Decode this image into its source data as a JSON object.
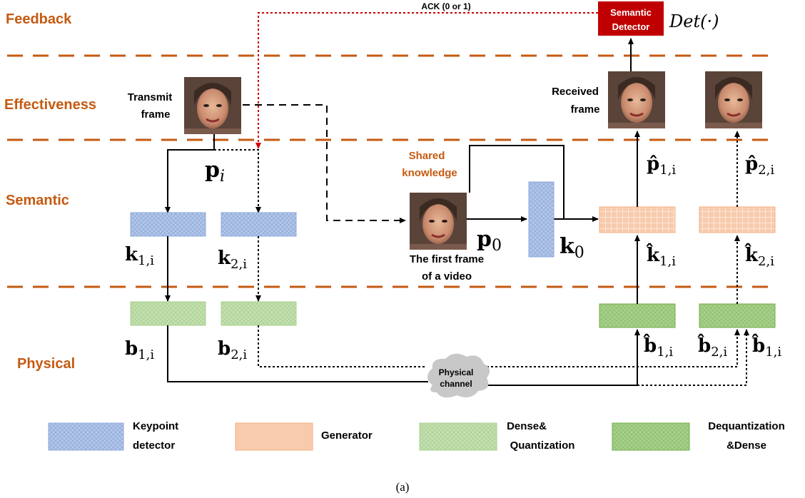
{
  "colors": {
    "layer_label": "#c55a11",
    "separator": "#c55a11",
    "feedback_line": "#cc0000",
    "keypoint_fill": "#b4c7e7",
    "generator_fill": "#f8cbad",
    "dense_quant_fill": "#c5e0b4",
    "dequant_dense_fill": "#a9d18e",
    "detector_fill": "#c00000",
    "channel_fill": "#c8c8c8"
  },
  "layers": {
    "feedback": "Feedback",
    "effectiveness": "Effectiveness",
    "semantic": "Semantic",
    "physical": "Physical"
  },
  "feedback": {
    "ack_label": "ACK (0 or 1)",
    "detector_line1": "Semantic",
    "detector_line2": "Detector",
    "det_symbol": "Det(·)"
  },
  "transmit": {
    "line1": "Transmit",
    "line2": "frame",
    "symbol_main": "p",
    "symbol_sub": "i"
  },
  "received": {
    "line1": "Received",
    "line2": "frame"
  },
  "shared": {
    "line1": "Shared",
    "line2": "knowledge",
    "caption_line1": "The first frame",
    "caption_line2": "of a video",
    "p0_main": "p",
    "p0_sub": "0",
    "k0_main": "k",
    "k0_sub": "0"
  },
  "symbols": {
    "k1": {
      "main": "k",
      "sub": "1,i"
    },
    "k2": {
      "main": "k",
      "sub": "2,i"
    },
    "b1": {
      "main": "b",
      "sub": "1,i"
    },
    "b2": {
      "main": "b",
      "sub": "2,i"
    },
    "p_hat_1": {
      "main": "p̂",
      "sub": "1,i"
    },
    "p_hat_2": {
      "main": "p̂",
      "sub": "2,i"
    },
    "k_hat_1": {
      "main": "k̂",
      "sub": "1,i"
    },
    "k_hat_2": {
      "main": "k̂",
      "sub": "2,i"
    },
    "b_hat_1": {
      "main": "b̂",
      "sub": "1,i"
    },
    "b_hat_2": {
      "main": "b̂",
      "sub": "2,i"
    },
    "b_hat_1b": {
      "main": "b̂",
      "sub": "1,i"
    }
  },
  "channel": {
    "line1": "Physical",
    "line2": "channel"
  },
  "legend": {
    "keypoint_line1": "Keypoint",
    "keypoint_line2": "detector",
    "generator": "Generator",
    "dense_line1": "Dense&",
    "dense_line2": "Quantization",
    "dequant_line1": "Dequantization",
    "dequant_line2": "&Dense"
  },
  "caption": "(a)"
}
